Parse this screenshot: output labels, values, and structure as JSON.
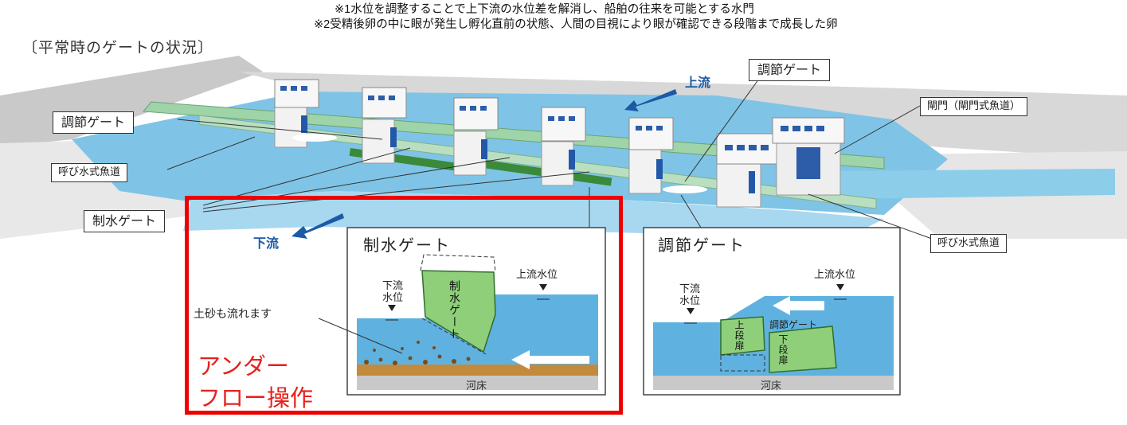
{
  "notes": {
    "note1": "※1水位を調整することで上下流の水位差を解消し、船舶の往来を可能とする水門",
    "note2": "※2受精後卵の中に眼が発生し孵化直前の状態、人間の目視により眼が確認できる段階まで成長した卵"
  },
  "status_title": "〔平常時のゲートの状況〕",
  "labels": {
    "adjust_gate_top": "調節ゲート",
    "adjust_gate_left": "調節ゲート",
    "lock_gate": "閘門（閘門式魚道）",
    "fishway_left": "呼び水式魚道",
    "fishway_right": "呼び水式魚道",
    "control_gate_left": "制水ゲート",
    "upstream": "上流",
    "downstream": "下流"
  },
  "panel_left": {
    "title": "制水ゲート",
    "downstream_level": "下流\n水位",
    "upstream_level": "上流水位",
    "gate_text": "制水ゲート",
    "sediment_note": "土砂も流れます",
    "riverbed": "河床"
  },
  "panel_right": {
    "title": "調節ゲート",
    "downstream_level": "下流\n水位",
    "upstream_level": "上流水位",
    "gate_label": "調節ゲート",
    "upper_leaf": "上段扉",
    "lower_leaf": "下段扉",
    "riverbed": "河床"
  },
  "highlight": {
    "line1": "アンダー",
    "line2": "フロー操作"
  },
  "colors": {
    "water": "#7fc4e6",
    "water_dark": "#3f9fd6",
    "gate_green": "#8fcf7a",
    "highlight_red": "#ee0000",
    "flow_blue": "#1d5aa6"
  }
}
